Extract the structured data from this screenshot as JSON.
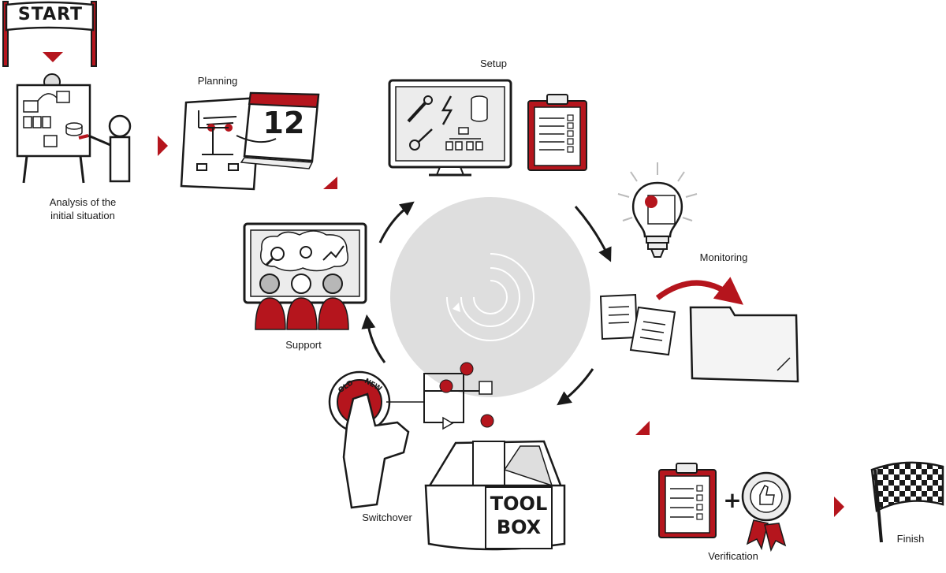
{
  "banner": {
    "text": "START"
  },
  "steps": {
    "analysis": {
      "line1": "Analysis of the",
      "line2": "initial situation"
    },
    "planning": {
      "label": "Planning",
      "calendar_number": "12"
    },
    "setup": {
      "label": "Setup"
    },
    "monitoring": {
      "label": "Monitoring"
    },
    "support": {
      "label": "Support"
    },
    "switchover": {
      "label": "Switchover",
      "knob_left": "OLD",
      "knob_right": "NEW"
    },
    "toolbox": {
      "line1": "TOOL",
      "line2": "BOX"
    },
    "verification": {
      "label": "Verification",
      "plus": "+"
    },
    "finish": {
      "label": "Finish"
    }
  },
  "colors": {
    "accent": "#b5151d",
    "ink": "#1a1a1a",
    "cycle": "#dedede",
    "light": "#ececec"
  }
}
